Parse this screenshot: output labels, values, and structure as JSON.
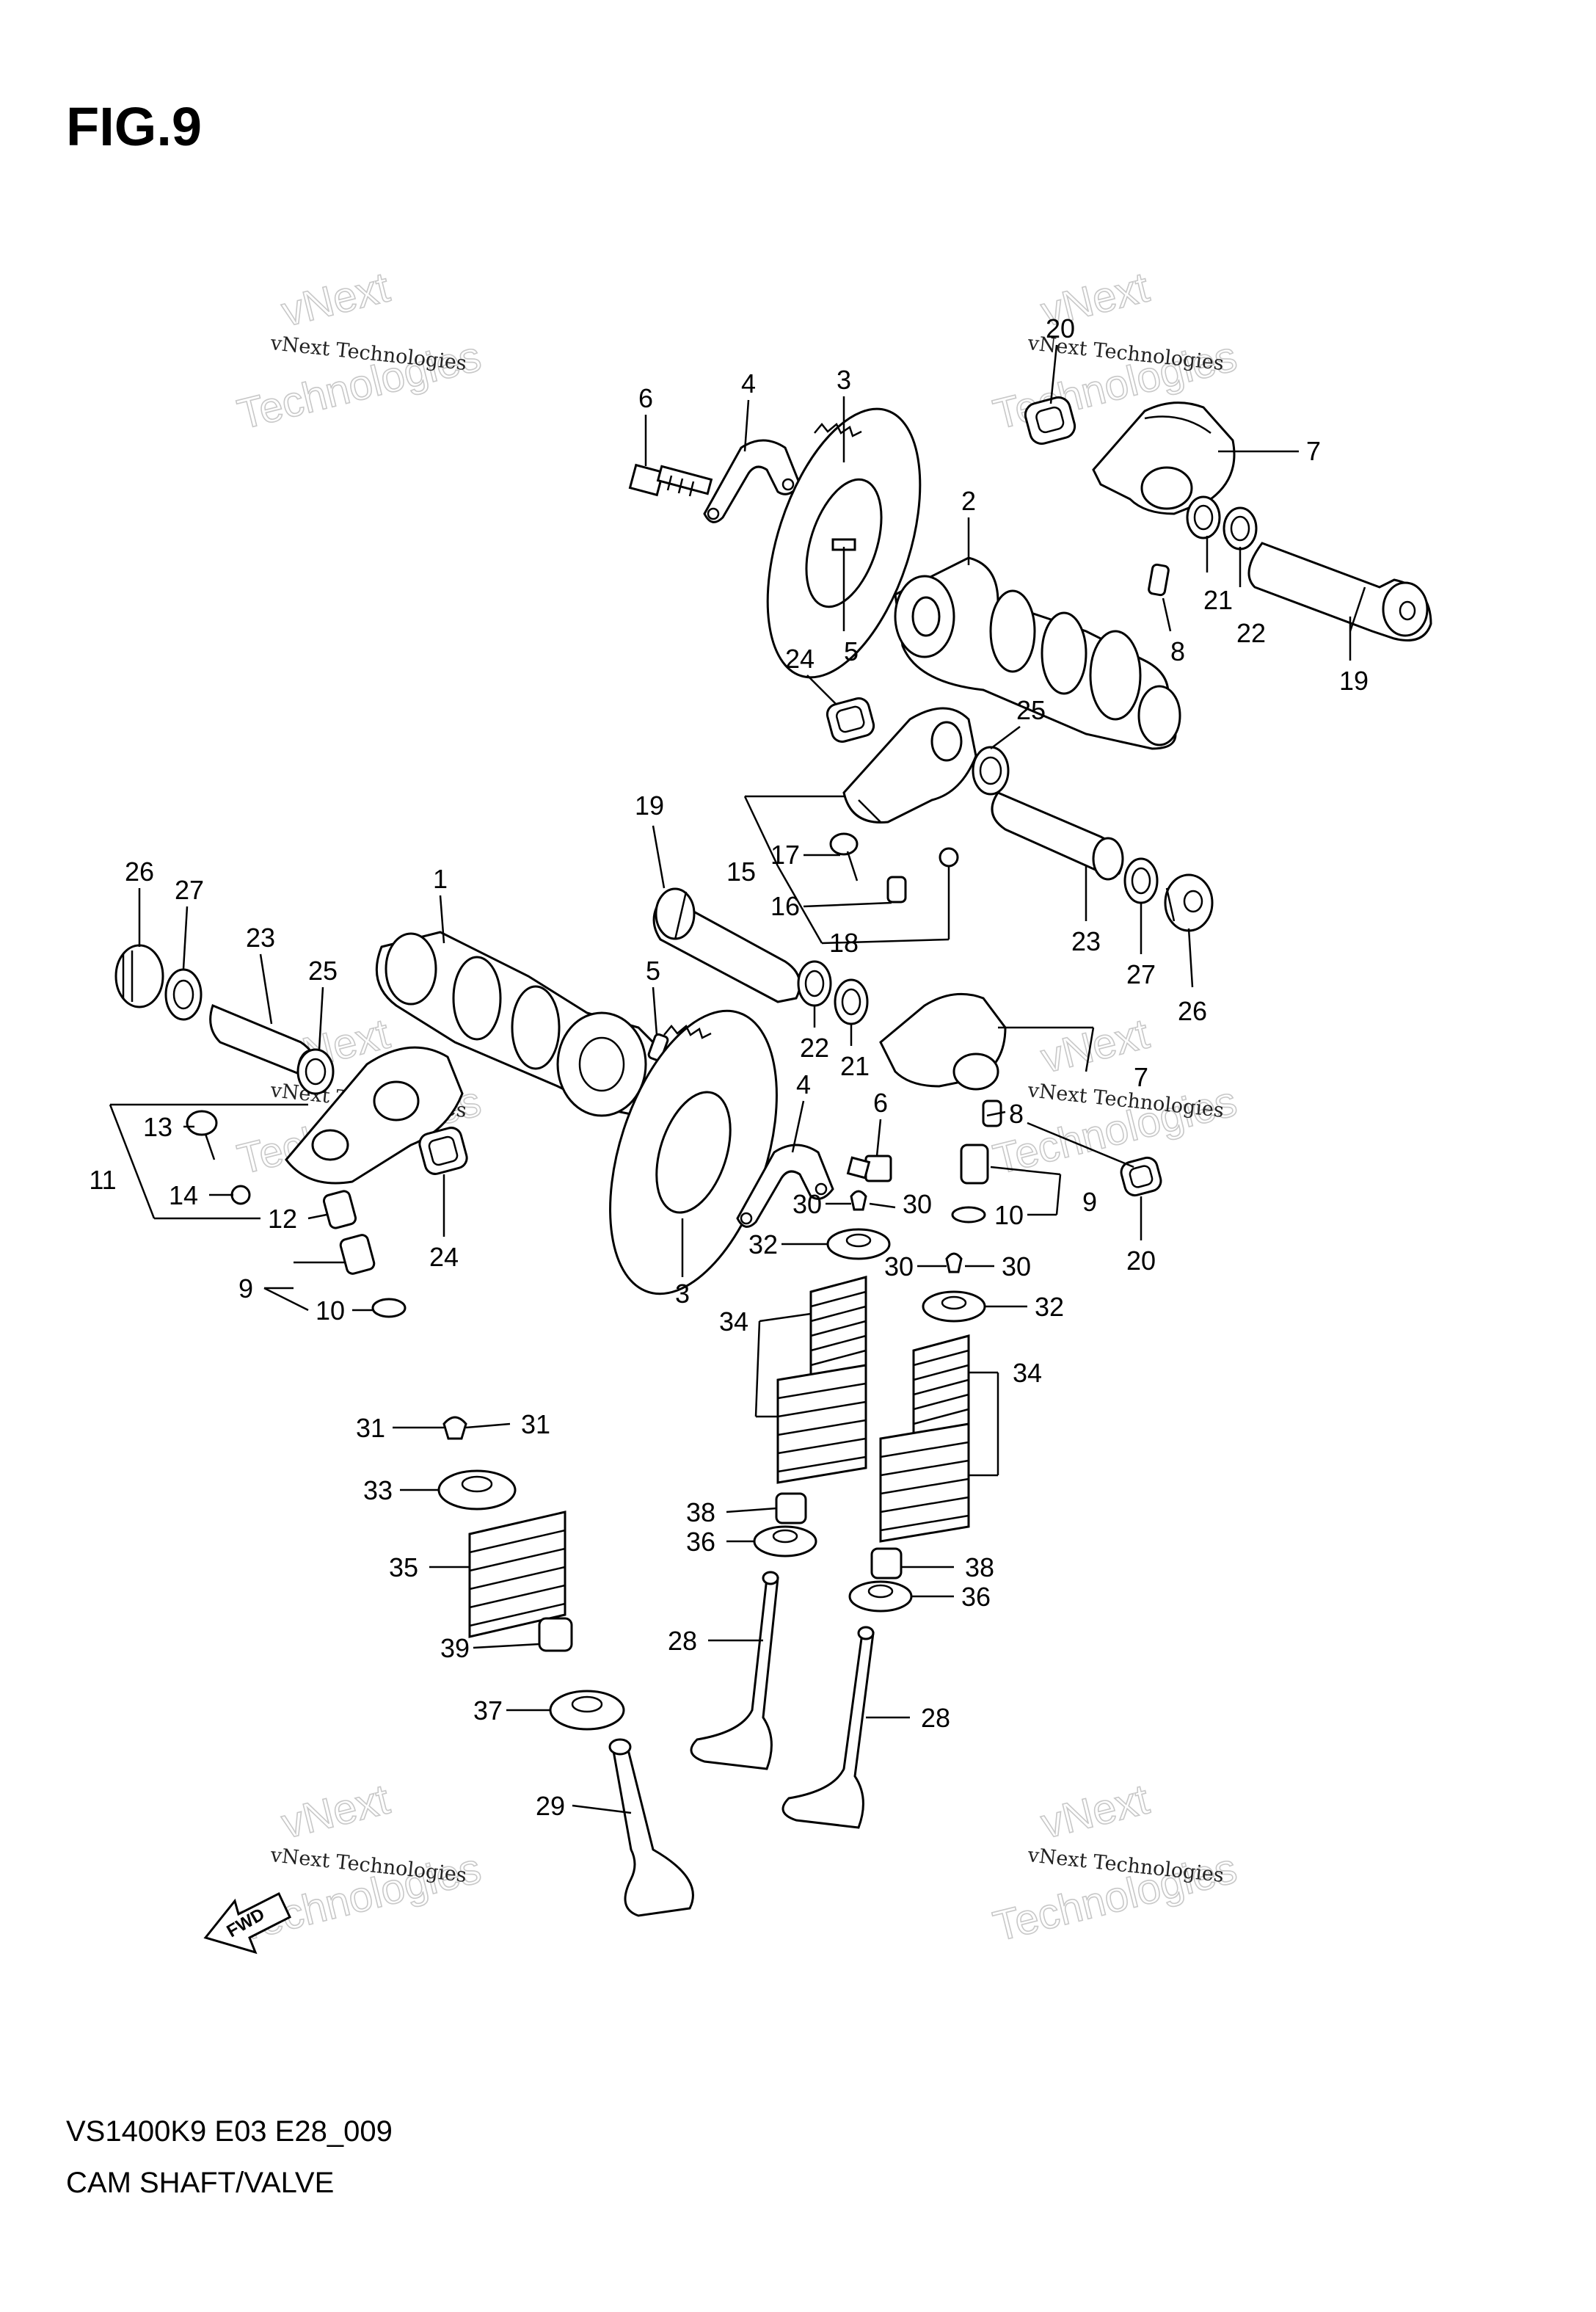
{
  "figure": {
    "title": "FIG.9"
  },
  "footer": {
    "model_code": "VS1400K9 E03 E28_009",
    "caption": "CAM SHAFT/VALVE"
  },
  "watermark": {
    "line1": "vNext Technologies",
    "line2": "vNext",
    "line3": "Technologies"
  },
  "fwd_arrow": {
    "label": "FWD"
  },
  "callouts": {
    "c1": "1",
    "c2": "2",
    "c3a": "3",
    "c3b": "3",
    "c4a": "4",
    "c4b": "4",
    "c5a": "5",
    "c5b": "5",
    "c6a": "6",
    "c6b": "6",
    "c7a": "7",
    "c7b": "7",
    "c8a": "8",
    "c8b": "8",
    "c9a": "9",
    "c9b": "9",
    "c10a": "10",
    "c10b": "10",
    "c11": "11",
    "c12": "12",
    "c13": "13",
    "c14": "14",
    "c15": "15",
    "c16": "16",
    "c17": "17",
    "c18": "18",
    "c19a": "19",
    "c19b": "19",
    "c20a": "20",
    "c20b": "20",
    "c21a": "21",
    "c21b": "21",
    "c22a": "22",
    "c22b": "22",
    "c23a": "23",
    "c23b": "23",
    "c24a": "24",
    "c24b": "24",
    "c25a": "25",
    "c25b": "25",
    "c26a": "26",
    "c26b": "26",
    "c27a": "27",
    "c27b": "27",
    "c28a": "28",
    "c28b": "28",
    "c29": "29",
    "c30a": "30",
    "c30b": "30",
    "c30c": "30",
    "c30d": "30",
    "c31a": "31",
    "c31b": "31",
    "c32a": "32",
    "c32b": "32",
    "c33": "33",
    "c34a": "34",
    "c34b": "34",
    "c35": "35",
    "c36a": "36",
    "c36b": "36",
    "c37": "37",
    "c38a": "38",
    "c38b": "38",
    "c39": "39"
  }
}
